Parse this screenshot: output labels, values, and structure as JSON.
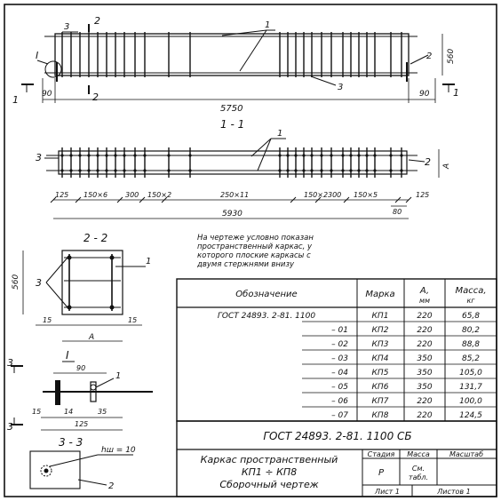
{
  "plan": {
    "dim_overall": "5750",
    "dim_left": "90",
    "dim_right": "90",
    "dim_height": "560",
    "label_frame": "1",
    "label_plate": "2",
    "label_bar": "3",
    "section_2_2": "2",
    "section_1_1": "1",
    "node_callout": "I"
  },
  "section_1_1": {
    "title": "1 - 1",
    "label_frame": "1",
    "label_bar": "3",
    "label_plate": "2",
    "dim_height": "A",
    "dims": [
      "125",
      "150×6",
      "300",
      "150×2",
      "250×11",
      "150×2",
      "300",
      "150×5",
      "125"
    ],
    "dim_overall": "5930",
    "dim_80": "80"
  },
  "section_2_2": {
    "title": "2 - 2",
    "dim_height": "560",
    "label_bar": "3",
    "label_frame": "1",
    "dim_left": "15",
    "dim_right": "15",
    "dim_width": "A"
  },
  "note": [
    "На чертеже условно показан",
    "пространственный каркас, у",
    "которого плоские каркасы с",
    "двумя стержнями внизу"
  ],
  "detail_I": {
    "title": "I",
    "dim_90": "90",
    "dim_14": "14",
    "dim_35": "35",
    "dim_15": "15",
    "dim_125": "125",
    "label_frame": "1",
    "section_mark": "3"
  },
  "section_3_3": {
    "title": "3 - 3",
    "weld_label": "hш = 10",
    "label_plate": "2"
  },
  "spec_table": {
    "headers": {
      "designation": "Обозначение",
      "mark": "Марка",
      "a": "A,",
      "a_unit": "мм",
      "mass": "Масса,",
      "mass_unit": "кг"
    },
    "rows": [
      {
        "designation": "ГОСТ 24893. 2-81. 1100",
        "mark": "КП1",
        "a": "220",
        "mass": "65,8"
      },
      {
        "designation": "– 01",
        "mark": "КП2",
        "a": "220",
        "mass": "80,2"
      },
      {
        "designation": "– 02",
        "mark": "КП3",
        "a": "220",
        "mass": "88,8"
      },
      {
        "designation": "– 03",
        "mark": "КП4",
        "a": "350",
        "mass": "85,2"
      },
      {
        "designation": "– 04",
        "mark": "КП5",
        "a": "350",
        "mass": "105,0"
      },
      {
        "designation": "– 05",
        "mark": "КП6",
        "a": "350",
        "mass": "131,7"
      },
      {
        "designation": "– 06",
        "mark": "КП7",
        "a": "220",
        "mass": "100,0"
      },
      {
        "designation": "– 07",
        "mark": "КП8",
        "a": "220",
        "mass": "124,5"
      }
    ]
  },
  "title_block": {
    "code": "ГОСТ 24893. 2-81. 1100 СБ",
    "name_line1": "Каркас пространственный",
    "name_line2": "КП1 ÷ КП8",
    "name_line3": "Сборочный чертеж",
    "stage_header": "Стадия",
    "mass_header": "Масса",
    "scale_header": "Масштаб",
    "stage_value": "Р",
    "mass_value_1": "См.",
    "mass_value_2": "табл.",
    "sheet": "Лист 1",
    "sheets": "Листов 1"
  }
}
